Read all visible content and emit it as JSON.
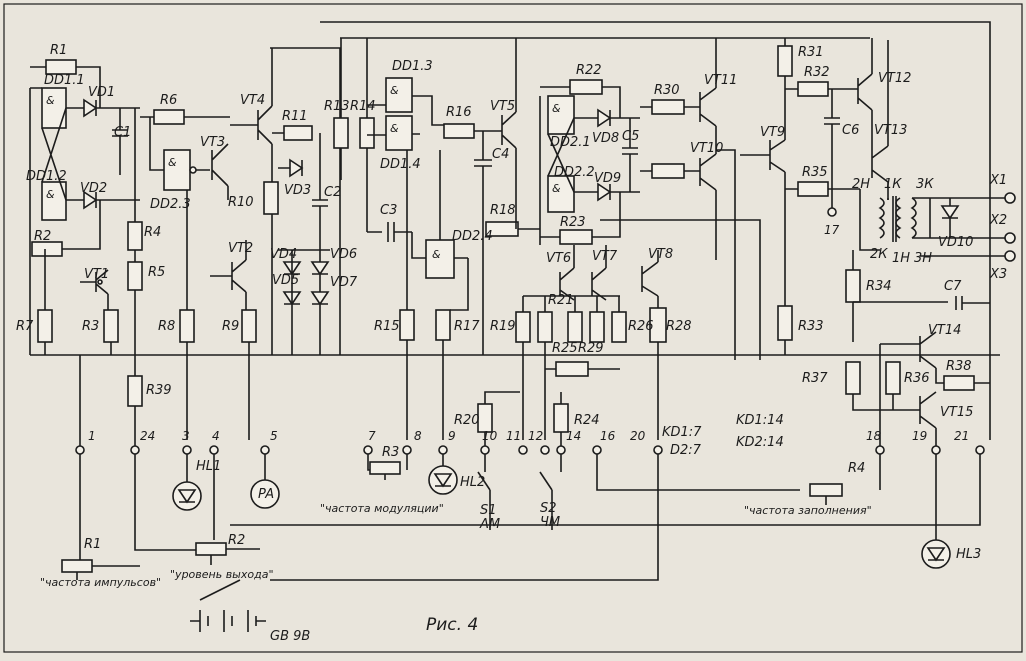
{
  "figure": {
    "caption": "Рис. 4",
    "battery": "GB 9В",
    "knobs": {
      "pulse_rate": "\"частота импульсов\"",
      "output_level": "\"уровень выхода\"",
      "modulation_rate": "\"частота модуляции\"",
      "fill_rate": "\"частота заполнения\""
    },
    "switches": {
      "s1": "S1",
      "s1_mode": "АМ",
      "s2": "S2",
      "s2_mode": "ЧМ"
    },
    "notes": {
      "kd1_7": "KD1:7",
      "d2_7": "D2:7",
      "kd1_14": "KD1:14",
      "kd2_14": "KD2:14"
    },
    "terminals": [
      "X1",
      "X2",
      "X3"
    ]
  },
  "labels": {
    "R1": "R1",
    "R2": "R2",
    "R3": "R3",
    "R4": "R4",
    "R5": "R5",
    "R6": "R6",
    "R7": "R7",
    "R8": "R8",
    "R9": "R9",
    "R10": "R10",
    "R11": "R11",
    "R13": "R13",
    "R14": "R14",
    "R15": "R15",
    "R16": "R16",
    "R17": "R17",
    "R18": "R18",
    "R19": "R19",
    "R20": "R20",
    "R21": "R21",
    "R22": "R22",
    "R23": "R23",
    "R24": "R24",
    "R25": "R25",
    "R26": "R26",
    "R28": "R28",
    "R29": "R29",
    "R30": "R30",
    "R31": "R31",
    "R32": "R32",
    "R33": "R33",
    "R34": "R34",
    "R35": "R35",
    "R36": "R36",
    "R37": "R37",
    "R38": "R38",
    "R39": "R39",
    "C1": "C1",
    "C2": "C2",
    "C3": "C3",
    "C4": "C4",
    "C5": "C5",
    "C6": "C6",
    "C7": "C7",
    "VD1": "VD1",
    "VD2": "VD2",
    "VD3": "VD3",
    "VD4": "VD4",
    "VD5": "VD5",
    "VD6": "VD6",
    "VD7": "VD7",
    "VD8": "VD8",
    "VD9": "VD9",
    "VD10": "VD10",
    "VT1": "VT1",
    "VT2": "VT2",
    "VT3": "VT3",
    "VT4": "VT4",
    "VT5": "VT5",
    "VT6": "VT6",
    "VT7": "VT7",
    "VT8": "VT8",
    "VT9": "VT9",
    "VT10": "VT10",
    "VT11": "VT11",
    "VT12": "VT12",
    "VT13": "VT13",
    "VT14": "VT14",
    "VT15": "VT15",
    "DD1_1": "DD1.1",
    "DD1_2": "DD1.2",
    "DD1_3": "DD1.3",
    "DD1_4": "DD1.4",
    "DD2_1": "DD2.1",
    "DD2_2": "DD2.2",
    "DD2_3": "DD2.3",
    "DD2_4": "DD2.4",
    "HL1": "HL1",
    "HL2": "HL2",
    "HL3": "HL3",
    "PA": "PA",
    "R1_knob": "R1",
    "R2_knob": "R2",
    "R3_knob": "R3",
    "R4_knob": "R4",
    "T_2H": "2Н",
    "T_1K": "1К",
    "T_3K": "3К",
    "T_2K": "2К",
    "T_1H": "1Н",
    "T_3H": "3Н"
  },
  "pins": [
    "1",
    "24",
    "3",
    "4",
    "5",
    "7",
    "8",
    "9",
    "10",
    "11",
    "12",
    "14",
    "16",
    "20",
    "18",
    "19",
    "21",
    "17"
  ]
}
